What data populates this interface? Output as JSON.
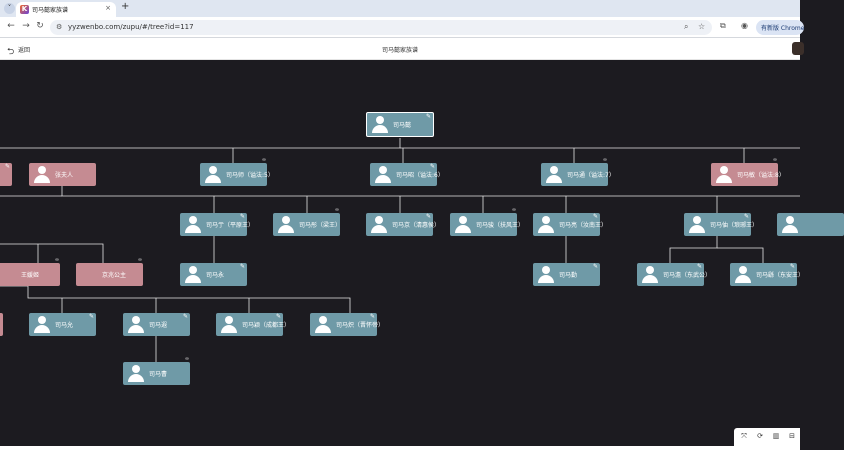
{
  "browser": {
    "tab_title": "司马懿家族谱",
    "tab_close": "×",
    "new_tab": "+",
    "url": "yyzwenbo.com/zupu/#/tree?id=117",
    "profile_label": "有新版 Chrome"
  },
  "header": {
    "back_label": "返回",
    "title": "司马懿家族谱"
  },
  "icons": {
    "back": "arrow-left-icon",
    "edit": "pencil-icon",
    "spouse": "link-icon"
  },
  "colors": {
    "male": "#6f9aa7",
    "female": "#c58b92",
    "canvas": "#1c1b20"
  },
  "tree": {
    "root": "司马懿",
    "generation2": [
      "",
      "张夫人",
      "司马师（谥法:5）",
      "司马昭（谥法:6）",
      "司马通（谥法:7）",
      "司马敏（谥法:8）"
    ],
    "generation3": [
      "司马亍（平原王）",
      "司马彤（梁王）",
      "司马京（清惠侯）",
      "司马骏（扶风王）",
      "司马亮（汝南王）",
      "司马伷（琅琊王）"
    ],
    "generation4": [
      "",
      "王媛姬",
      "京兆公主",
      "司马永",
      "司马勤",
      "司马澹（东武公）",
      "司马繇（东安王）"
    ],
    "generation5": [
      "",
      "司马允",
      "司马遐",
      "司马颖（成都王）",
      "司马炽（晋怀帝）"
    ],
    "generation6": [
      "司马曹"
    ]
  },
  "tools": [
    "expand-icon",
    "refresh-icon",
    "delete-icon",
    "trash-icon"
  ]
}
